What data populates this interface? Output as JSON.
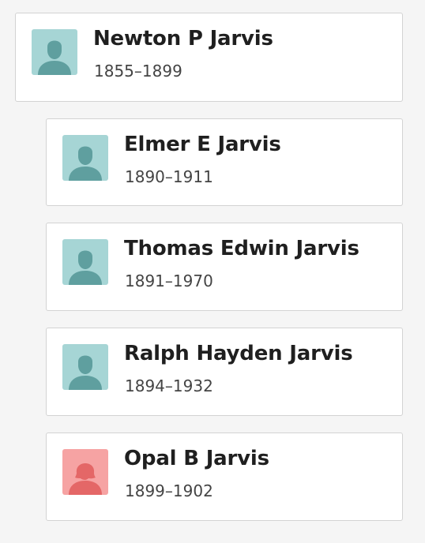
{
  "colors": {
    "male_bg": "#a6d5d5",
    "male_figure": "#5f9f9f",
    "female_bg": "#f6a3a3",
    "female_figure": "#e46767"
  },
  "parent": {
    "name": "Newton P Jarvis",
    "dates": "1855–1899",
    "avatar_icon": "male-silhouette-icon"
  },
  "children": [
    {
      "name": "Elmer E Jarvis",
      "dates": "1890–1911",
      "avatar_icon": "male-silhouette-icon"
    },
    {
      "name": "Thomas Edwin Jarvis",
      "dates": "1891–1970",
      "avatar_icon": "male-silhouette-icon"
    },
    {
      "name": "Ralph Hayden Jarvis",
      "dates": "1894–1932",
      "avatar_icon": "male-silhouette-icon"
    },
    {
      "name": "Opal B Jarvis",
      "dates": "1899–1902",
      "avatar_icon": "female-silhouette-icon"
    }
  ]
}
